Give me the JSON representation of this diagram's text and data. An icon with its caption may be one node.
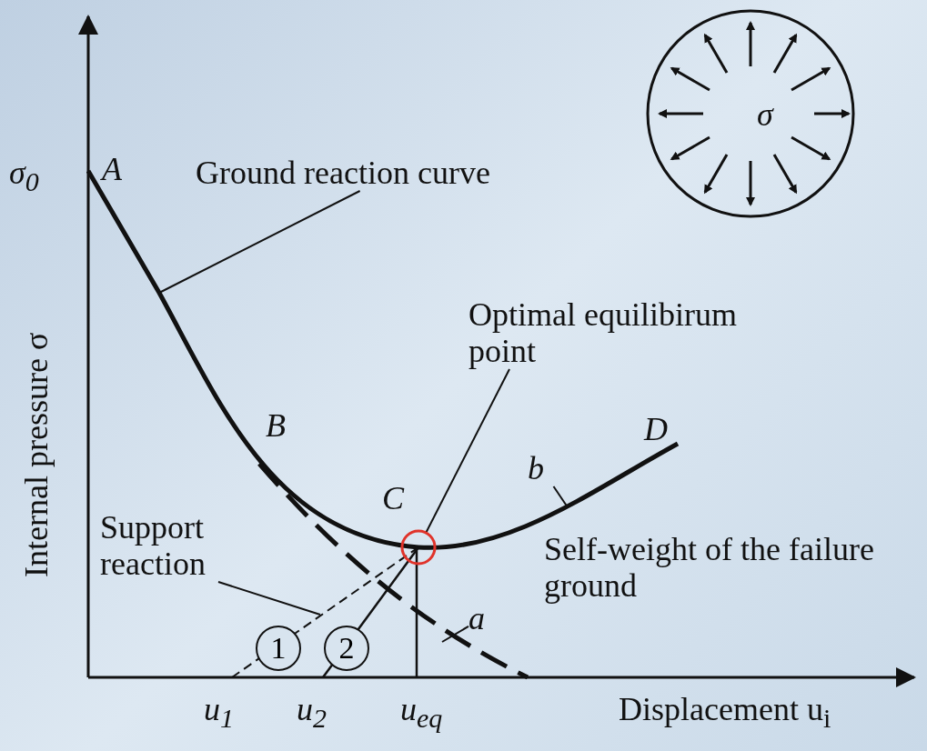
{
  "diagram": {
    "nodes": [
      {
        "text": [
          "Ground reaction curve"
        ]
      },
      {
        "text": [
          "Optimal equilibirum point"
        ]
      },
      {
        "text": [
          "Support reaction"
        ]
      },
      {
        "text": [
          "1"
        ]
      },
      {
        "text": [
          "2"
        ]
      },
      {
        "text": [
          "a"
        ]
      },
      {
        "text": [
          "b"
        ]
      },
      {
        "text": [],
        "shape": "circle"
      }
    ],
    "edges": [
      {
        "from": 0,
        "to": null,
        "arrow": "none"
      },
      {
        "from": 1,
        "to": 7,
        "arrow": "none"
      },
      {
        "from": 2,
        "to": null,
        "arrow": "none"
      },
      {
        "from": 5,
        "to": null,
        "arrow": "none"
      },
      {
        "from": 6,
        "to": null,
        "arrow": "none"
      }
    ],
    "labels": [
      "σ$_{0}$",
      "A",
      "σ",
      "Internal pressure σ",
      "B",
      "D",
      "C",
      "Self-weight of the failure ground",
      "u$_{1}$",
      "u$_{2}$",
      "u$_{eq}$",
      "Displacement u$_{i}$"
    ]
  }
}
